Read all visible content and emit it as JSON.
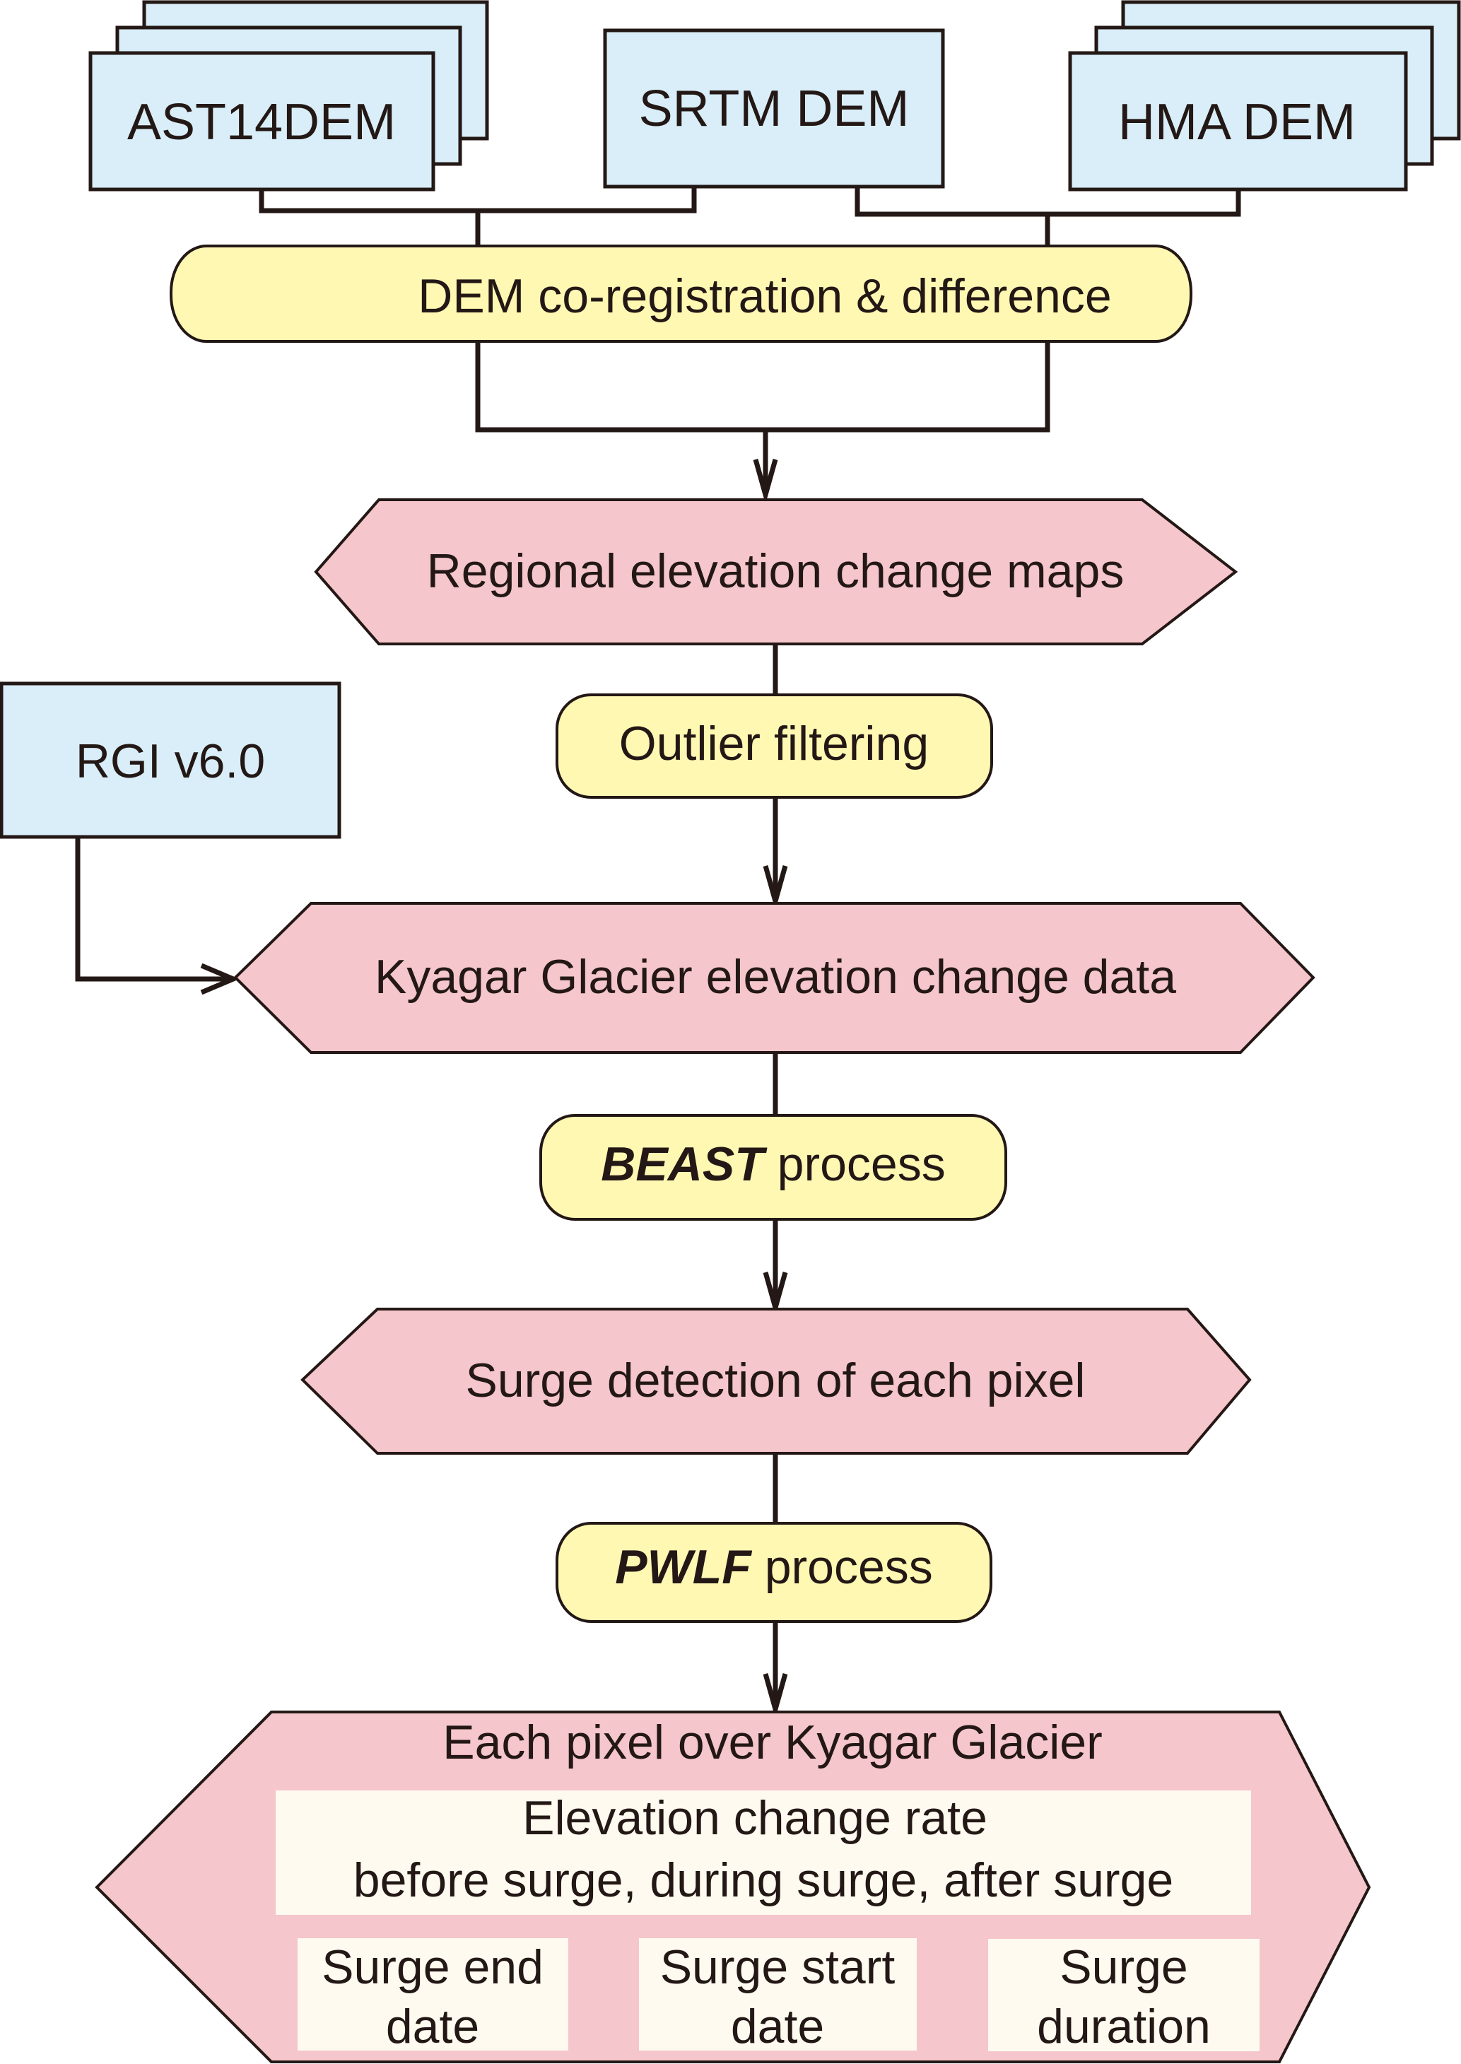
{
  "colors": {
    "input_box": "#d9eef8",
    "process_box": "#fff8b3",
    "data_box": "#f5c6cb",
    "output_cell": "#fefaf0",
    "stroke": "#231815"
  },
  "inputs": {
    "ast14dem": "AST14DEM",
    "srtm_dem": "SRTM DEM",
    "hma_dem": "HMA DEM",
    "rgi": "RGI v6.0"
  },
  "processes": {
    "coregistration": "DEM co-registration & difference",
    "outlier": "Outlier filtering",
    "beast_italic": "BEAST",
    "beast_rest": " process",
    "pwlf_italic": "PWLF",
    "pwlf_rest": " process"
  },
  "data_nodes": {
    "regional": "Regional elevation change maps",
    "kyagar": "Kyagar Glacier elevation change data",
    "surge_detection": "Surge detection of each pixel"
  },
  "output": {
    "title": "Each pixel over Kyagar Glacier",
    "rate_line1": "Elevation change rate",
    "rate_line2": "before surge, during surge, after surge",
    "end_date_line1": "Surge end",
    "end_date_line2": "date",
    "start_date_line1": "Surge start",
    "start_date_line2": "date",
    "duration_line1": "Surge",
    "duration_line2": "duration"
  }
}
